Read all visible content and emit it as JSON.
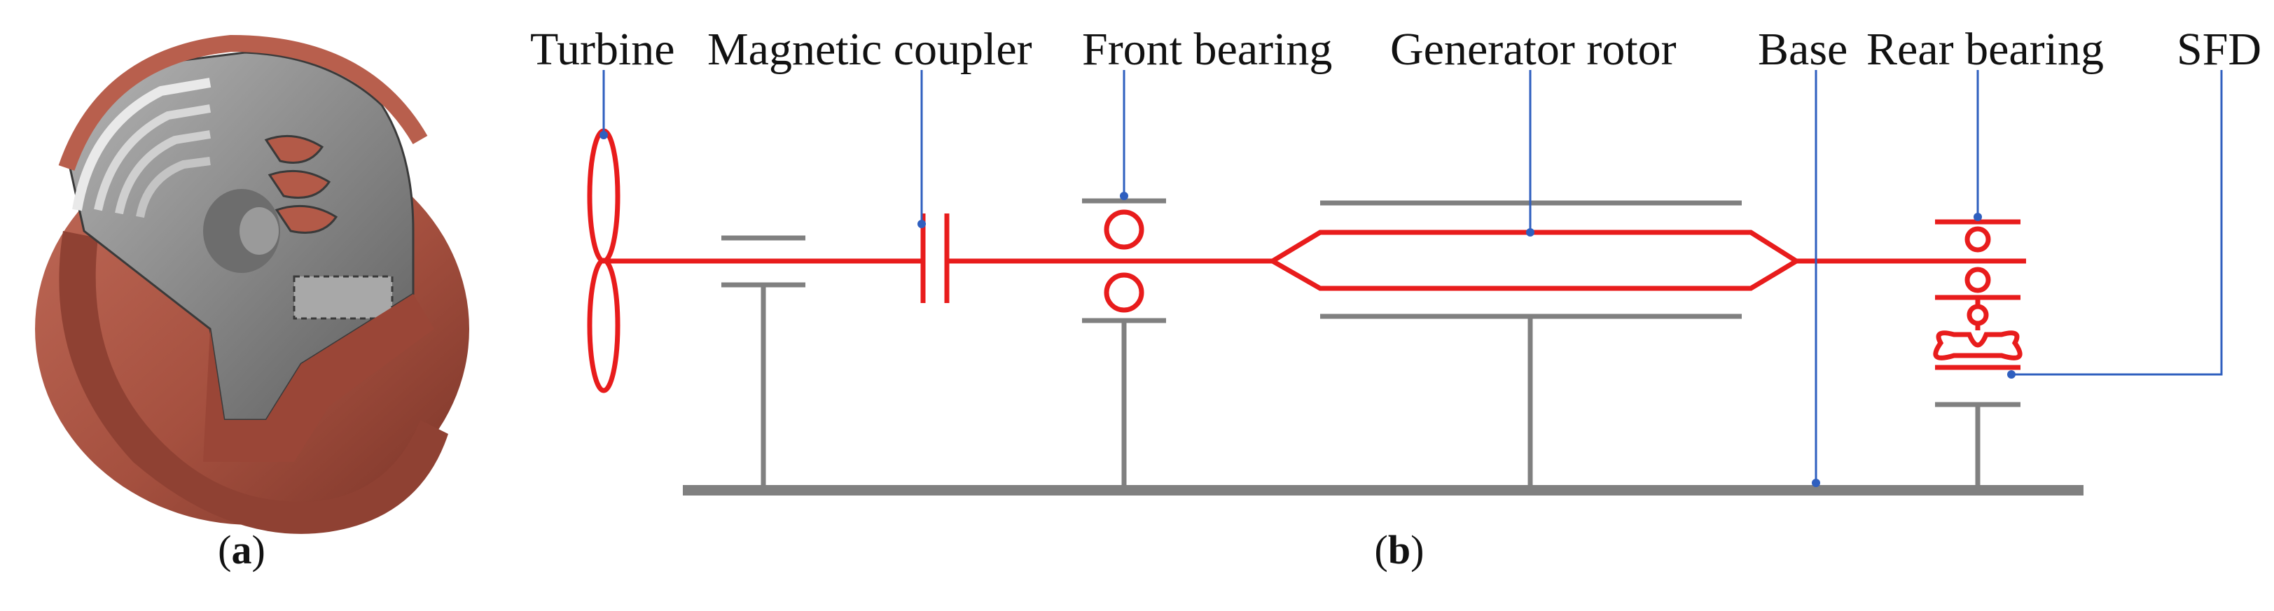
{
  "panels": {
    "a": {
      "caption_letter": "a",
      "caption_open": "(",
      "caption_close": ")"
    },
    "b": {
      "caption_letter": "b",
      "caption_open": "(",
      "caption_close": ")"
    }
  },
  "labels": {
    "turbine": "Turbine",
    "magnetic_coupler": "Magnetic coupler",
    "front_bearing": "Front bearing",
    "generator_rotor": "Generator rotor",
    "base": "Base",
    "rear_bearing": "Rear bearing",
    "sfd": "SFD"
  },
  "colors": {
    "shaft": "#e81c1c",
    "support": "#808080",
    "leader": "#2f5fbf",
    "housing": "#a95444",
    "housing_dark": "#7e3a2e",
    "interior": "#8a8a8a"
  }
}
